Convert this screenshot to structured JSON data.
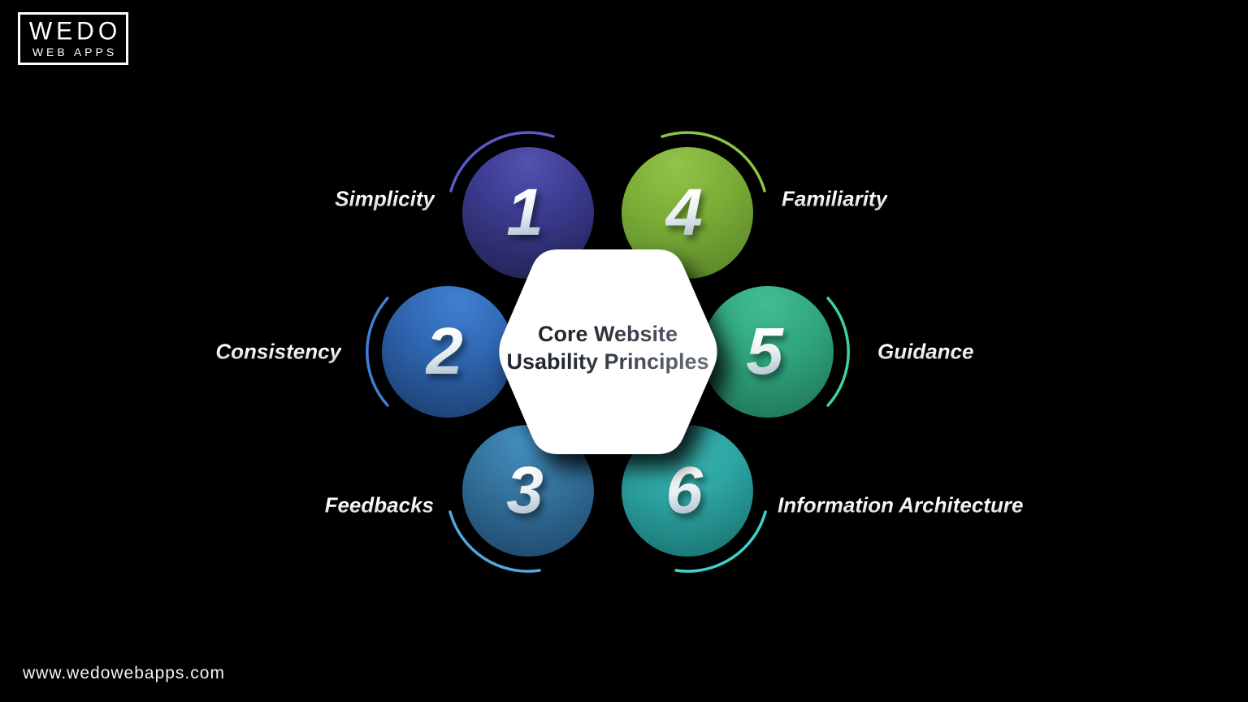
{
  "page": {
    "background": "#000000",
    "type": "infographic"
  },
  "logo": {
    "line1": "WEDO",
    "line2": "WEB APPS"
  },
  "center": {
    "title_line1": "Core Website",
    "title_line2": "Usability Principles",
    "shape": "white-hexagon",
    "text_color": "#2e323c"
  },
  "principles": [
    {
      "number": "1",
      "label": "Simplicity",
      "position": "top-left",
      "circle_color": "#3c3c92",
      "arc_color": "#5a5ac8"
    },
    {
      "number": "2",
      "label": "Consistency",
      "position": "middle-left",
      "circle_color": "#2f67b2",
      "arc_color": "#3f7fd2"
    },
    {
      "number": "3",
      "label": "Feedbacks",
      "position": "bottom-left",
      "circle_color": "#35749e",
      "arc_color": "#4fa8e0"
    },
    {
      "number": "4",
      "label": "Familiarity",
      "position": "top-right",
      "circle_color": "#7aad36",
      "arc_color": "#8dc63f"
    },
    {
      "number": "5",
      "label": "Guidance",
      "position": "middle-right",
      "circle_color": "#31a67e",
      "arc_color": "#3fd0a2"
    },
    {
      "number": "6",
      "label": "Information Architecture",
      "position": "bottom-right",
      "circle_color": "#2da5a2",
      "arc_color": "#3fd2cc"
    }
  ],
  "footer": {
    "website": "www.wedowebapps.com"
  }
}
